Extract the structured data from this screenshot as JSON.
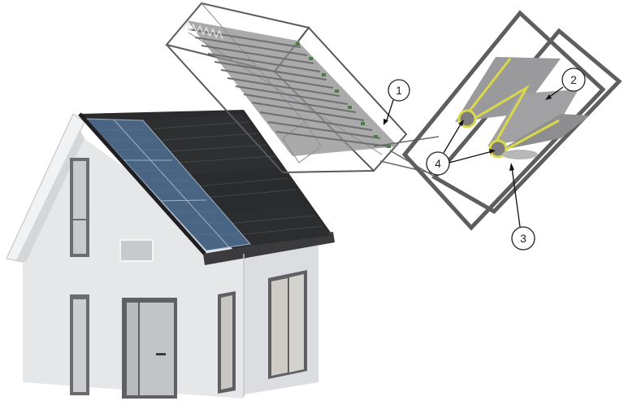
{
  "figure": {
    "description": "Exploded view of a house with roof-integrated PV panels and solar collector modules, with numbered callouts",
    "colors": {
      "background": "#ffffff",
      "wall": "#e4e5e7",
      "wall_shade": "#cfd1d4",
      "roof_tiles": "#2b2b2d",
      "pv_panel": "#4a6483",
      "collector_dark": "#2e2f31",
      "frame_lines": "#5a5a5a",
      "highlight_outline": "#d8d84a",
      "fin_gray": "#8d8d8f"
    },
    "callouts": [
      {
        "id": "1",
        "label": "1"
      },
      {
        "id": "2",
        "label": "2"
      },
      {
        "id": "3",
        "label": "3"
      },
      {
        "id": "4",
        "label": "4"
      }
    ]
  }
}
